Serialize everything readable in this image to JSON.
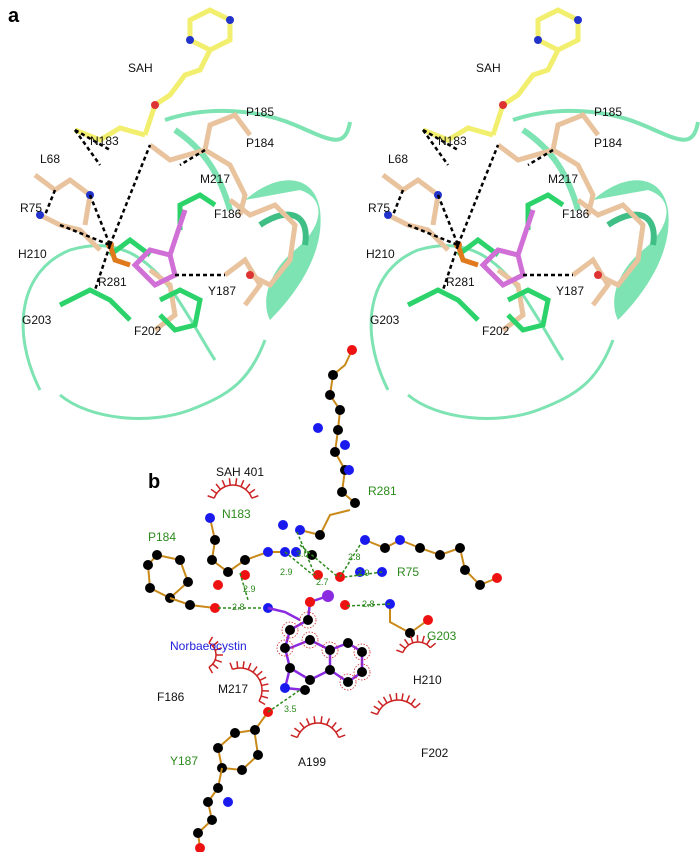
{
  "panels": {
    "a": "a",
    "b": "b"
  },
  "panel_a": {
    "labels": [
      "SAH",
      "P185",
      "N183",
      "P184",
      "L68",
      "M217",
      "R75",
      "F186",
      "H210",
      "R281",
      "Y187",
      "G203",
      "F202"
    ]
  },
  "panel_b": {
    "ligand": "Norbaeocystin",
    "hbond_residues": [
      "N183",
      "P184",
      "R281",
      "R75",
      "G203",
      "Y187"
    ],
    "hydrophobic_residues": [
      "SAH 401",
      "F186",
      "M217",
      "H210",
      "F202",
      "A199"
    ],
    "distances": [
      "3.0",
      "2.9",
      "2.7",
      "2.8",
      "2.9",
      "2.9",
      "2.8",
      "2.8",
      "3.5"
    ]
  },
  "colors": {
    "cartoon": "#6fe0aa",
    "sah": "#f2ee6e",
    "residue": "#e8c39e",
    "ligand": "#d06fd6",
    "green_residue": "#2bd36a",
    "hbond_green": "#2c8a1d",
    "hydrophobic": "#cc2222"
  }
}
